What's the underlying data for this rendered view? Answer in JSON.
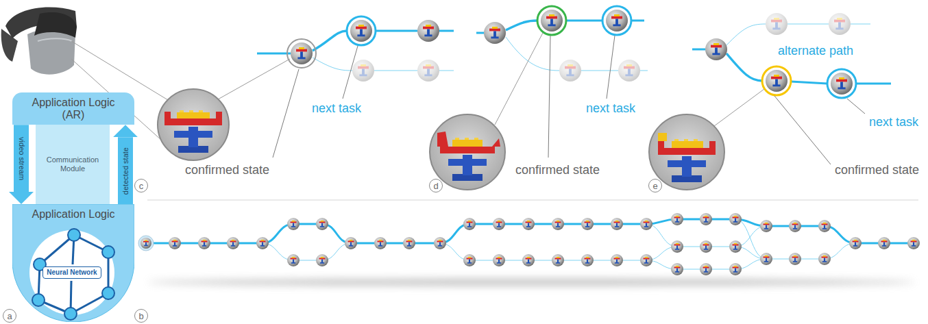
{
  "diagram": {
    "nodes": [
      {
        "text": [
          "Application Logic (AR)"
        ]
      },
      {
        "text": [
          "Communication Module"
        ]
      },
      {
        "text": [
          "Application Logic"
        ]
      },
      {
        "text": [
          "Neural Network"
        ],
        "in": 2
      },
      {
        "text": [
          "c"
        ]
      },
      {
        "text": [
          "d"
        ]
      },
      {
        "text": [
          "e"
        ]
      },
      {
        "text": [
          "a"
        ]
      },
      {
        "text": [
          "b"
        ]
      }
    ],
    "edges": [
      {
        "from": 0,
        "to": 2,
        "label": "video stream",
        "arrow": "to"
      },
      {
        "from": 2,
        "to": 0,
        "label": "detected state",
        "arrow": "to"
      }
    ],
    "labels": [
      "next task",
      "confirmed state",
      "next task",
      "confirmed state",
      "alternate path",
      "next task",
      "confirmed state"
    ]
  }
}
